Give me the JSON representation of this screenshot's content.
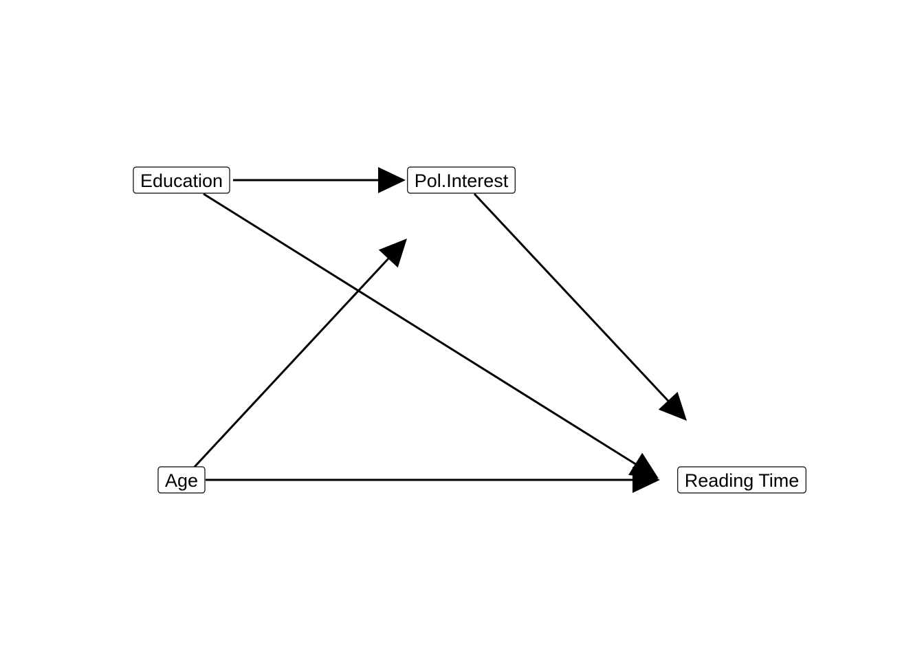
{
  "diagram": {
    "type": "directed-acyclic-graph",
    "nodes": [
      {
        "id": "education",
        "label": "Education"
      },
      {
        "id": "pol_interest",
        "label": "Pol.Interest"
      },
      {
        "id": "age",
        "label": "Age"
      },
      {
        "id": "reading_time",
        "label": "Reading Time"
      }
    ],
    "edges": [
      {
        "from": "education",
        "to": "pol_interest"
      },
      {
        "from": "education",
        "to": "reading_time"
      },
      {
        "from": "age",
        "to": "pol_interest"
      },
      {
        "from": "age",
        "to": "reading_time"
      },
      {
        "from": "pol_interest",
        "to": "reading_time"
      }
    ],
    "colors": {
      "stroke": "#000000",
      "background": "#ffffff"
    }
  }
}
